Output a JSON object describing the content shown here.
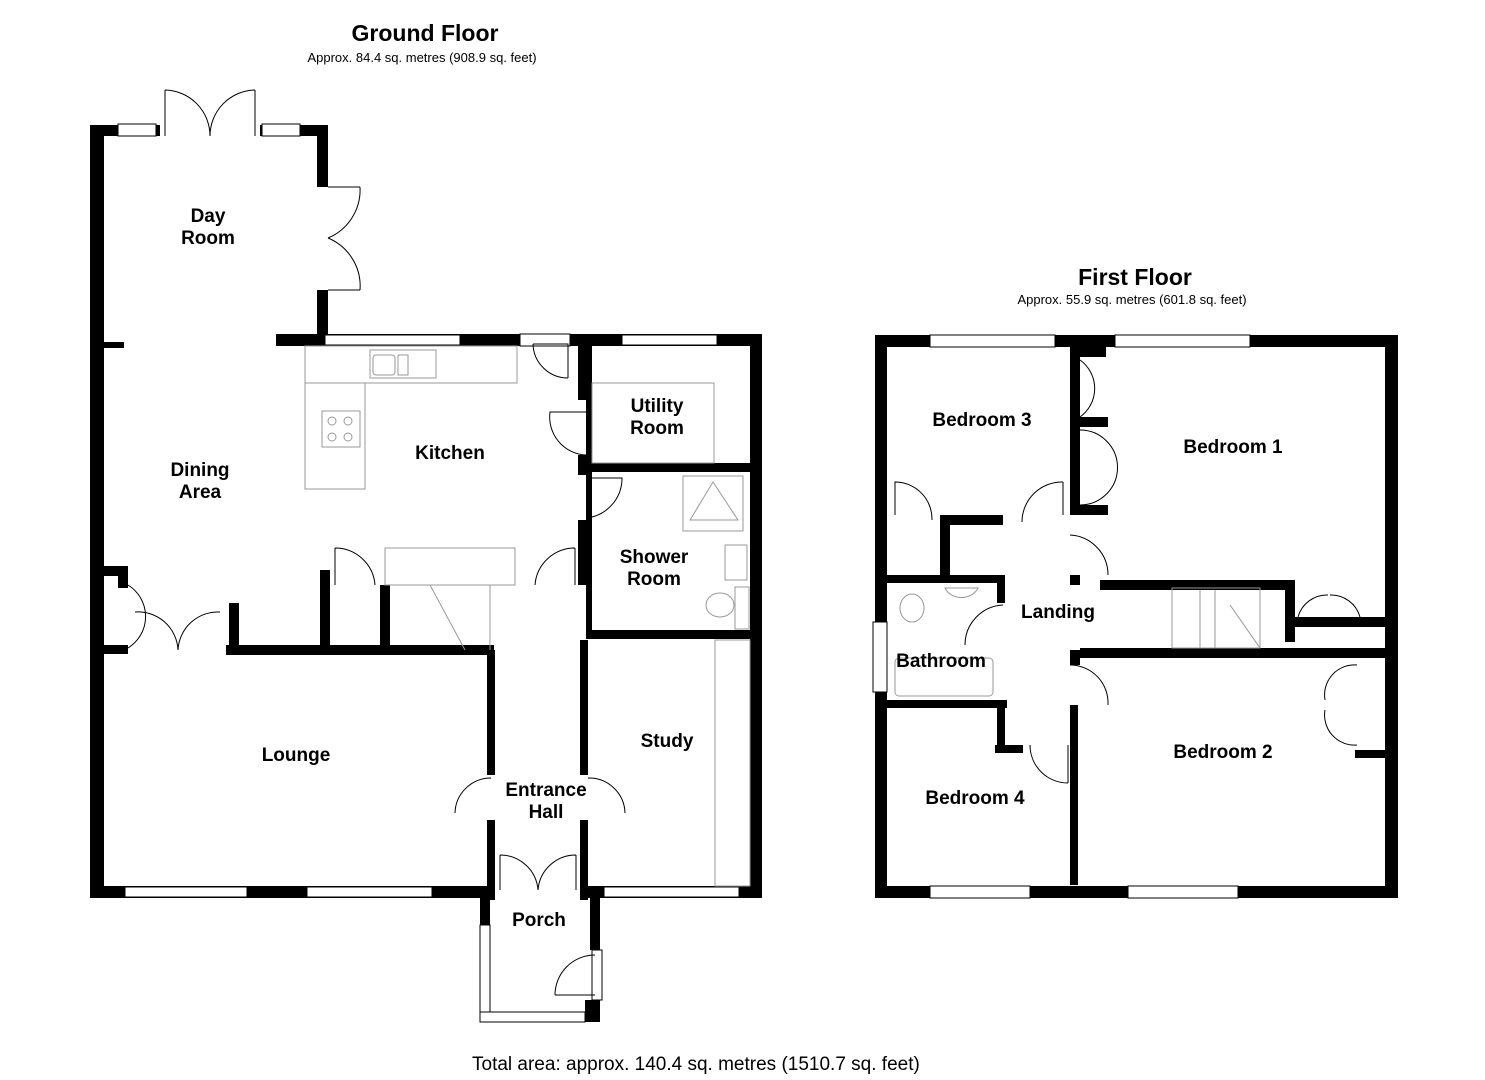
{
  "ground_floor": {
    "title": "Ground Floor",
    "area": "Approx. 84.4 sq. metres (908.9 sq. feet)",
    "rooms": {
      "day_room": [
        "Day",
        "Room"
      ],
      "dining_area": [
        "Dining",
        "Area"
      ],
      "kitchen": "Kitchen",
      "utility_room": [
        "Utility",
        "Room"
      ],
      "shower_room": [
        "Shower",
        "Room"
      ],
      "lounge": "Lounge",
      "entrance_hall": [
        "Entrance",
        "Hall"
      ],
      "study": "Study",
      "porch": "Porch"
    }
  },
  "first_floor": {
    "title": "First Floor",
    "area": "Approx. 55.9 sq. metres (601.8 sq. feet)",
    "rooms": {
      "bedroom_3": "Bedroom 3",
      "bedroom_1": "Bedroom 1",
      "landing": "Landing",
      "bathroom": "Bathroom",
      "bedroom_2": "Bedroom 2",
      "bedroom_4": "Bedroom 4"
    }
  },
  "total_area": "Total area: approx. 140.4 sq. metres (1510.7 sq. feet)",
  "colors": {
    "wall": "#000000",
    "fixture_line": "#999999",
    "window_fill": "#ffffff"
  }
}
